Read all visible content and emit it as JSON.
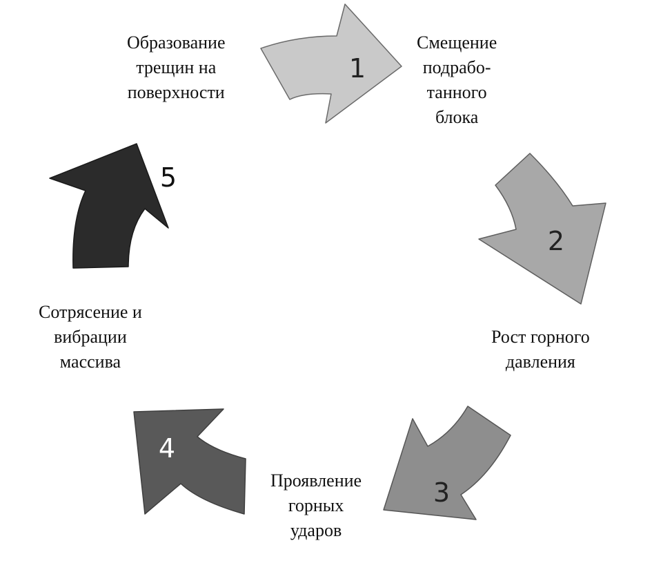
{
  "steps": [
    {
      "number": "1",
      "color": "#c9c9c9",
      "lines": [
        "Смещение",
        "подрабо-",
        "танного",
        "блока"
      ]
    },
    {
      "number": "2",
      "color": "#a8a8a8",
      "lines": [
        "Рост горного",
        "давления"
      ]
    },
    {
      "number": "3",
      "color": "#8e8e8e",
      "lines": [
        "Проявление",
        "горных",
        "ударов"
      ]
    },
    {
      "number": "4",
      "color": "#595959",
      "lines": [
        "Сотрясение и",
        "вибрации",
        "массива"
      ]
    },
    {
      "number": "5",
      "color": "#2b2b2b",
      "lines": [
        "Образование",
        "трещин на",
        "поверхности"
      ]
    }
  ]
}
